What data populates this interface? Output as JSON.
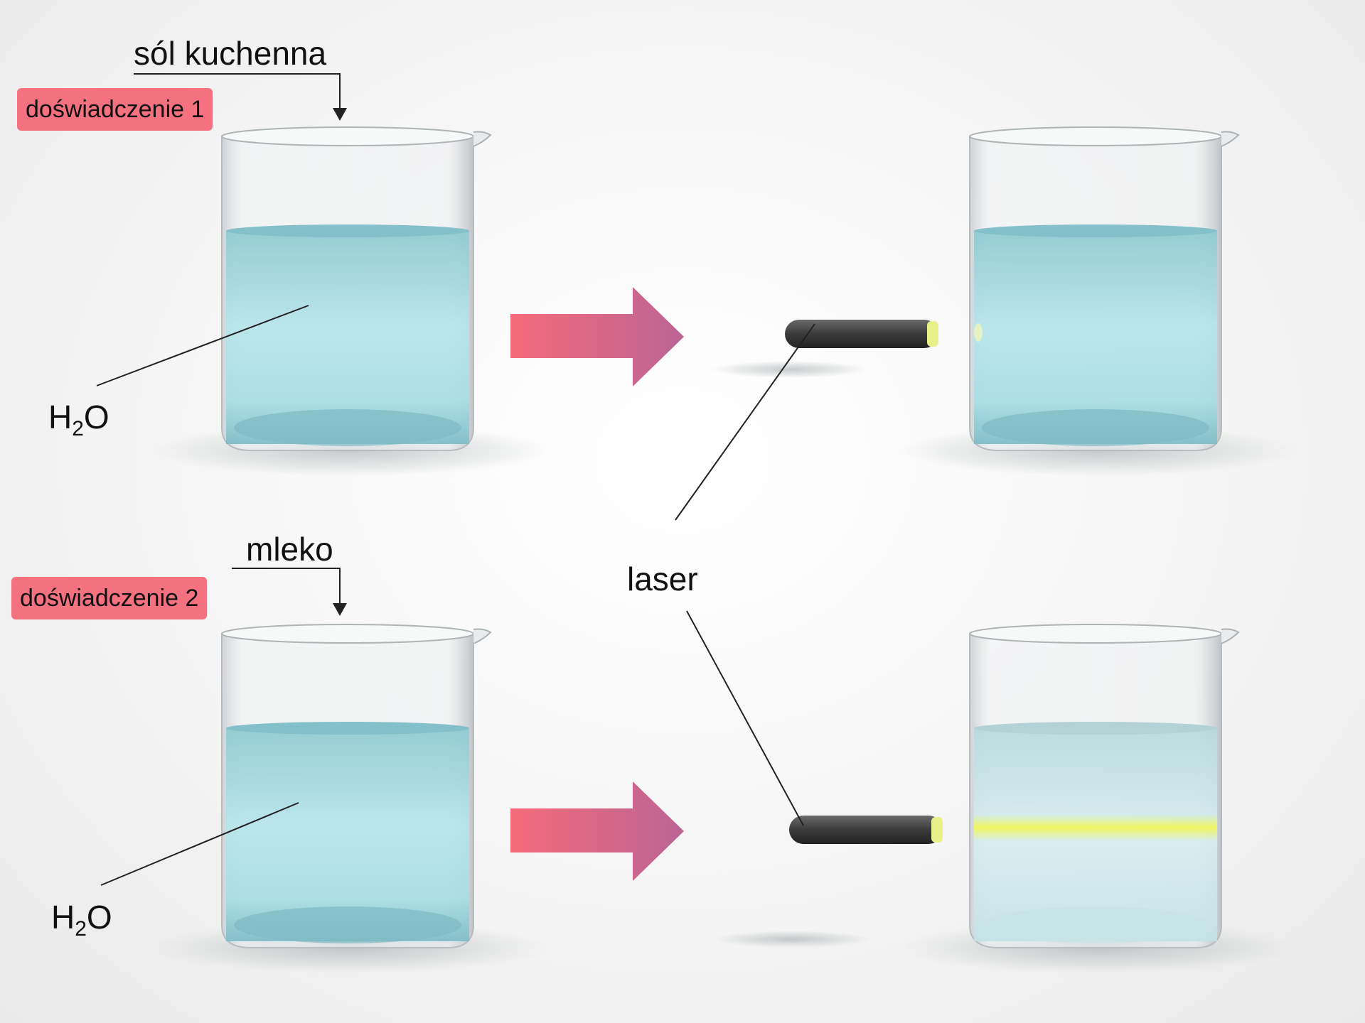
{
  "colors": {
    "badge": "#f4717f",
    "arrow_start": "#f56b7a",
    "arrow_end": "#bb6495",
    "water": "#9fd7df",
    "laser_beam": "#f0f65a",
    "laser_body": "#3b3b3b"
  },
  "experiment1": {
    "badge": "doświadczenie 1",
    "added_substance": "sól kuchenna",
    "water_symbol": "H",
    "water_subscript": "2",
    "water_suffix": "O"
  },
  "experiment2": {
    "badge": "doświadczenie 2",
    "added_substance": "mleko",
    "water_symbol": "H",
    "water_subscript": "2",
    "water_suffix": "O"
  },
  "laser_label": "laser"
}
